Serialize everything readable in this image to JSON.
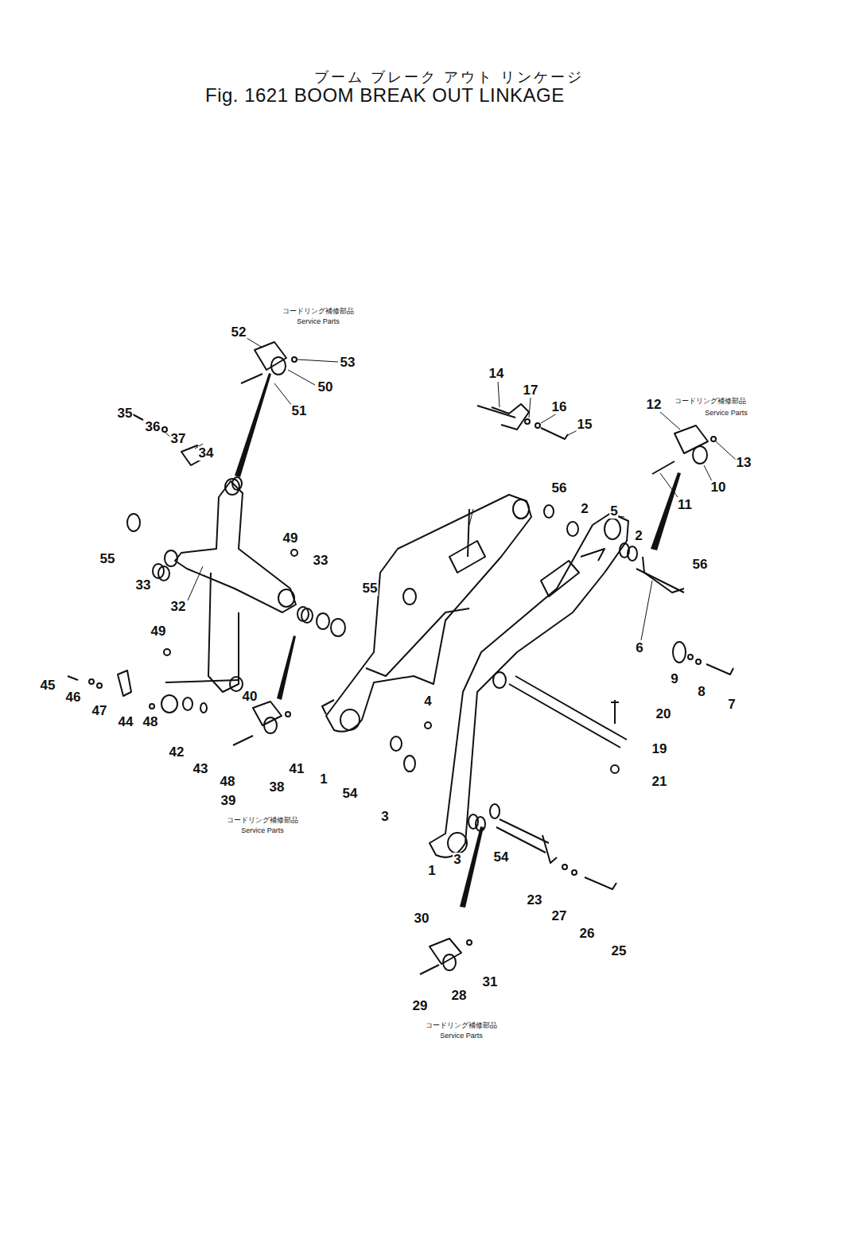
{
  "diagram": {
    "title": "Fig. 1621 BOOM BREAK OUT LINKAGE",
    "labels": [
      "ブーム ブレーク アウト リンケージ",
      "コードリング補修部品",
      "Service Parts",
      "52",
      "53",
      "50",
      "51",
      "35",
      "36",
      "37",
      "34",
      "14",
      "17",
      "16",
      "15",
      "12",
      "コードリング補修部品",
      "Service Parts",
      "13",
      "10",
      "11",
      "56",
      "2",
      "5",
      "2",
      "56",
      "55",
      "33",
      "32",
      "49",
      "33",
      "55",
      "6",
      "9",
      "8",
      "7",
      "49",
      "45",
      "46",
      "47",
      "44",
      "48",
      "42",
      "43",
      "48",
      "40",
      "41",
      "38",
      "39",
      "コードリング補修部品",
      "Service Parts",
      "20",
      "19",
      "21",
      "4",
      "1",
      "54",
      "3",
      "1",
      "3",
      "54",
      "23",
      "27",
      "26",
      "25",
      "30",
      "31",
      "28",
      "29",
      "コードリング補修部品",
      "Service Parts"
    ]
  }
}
